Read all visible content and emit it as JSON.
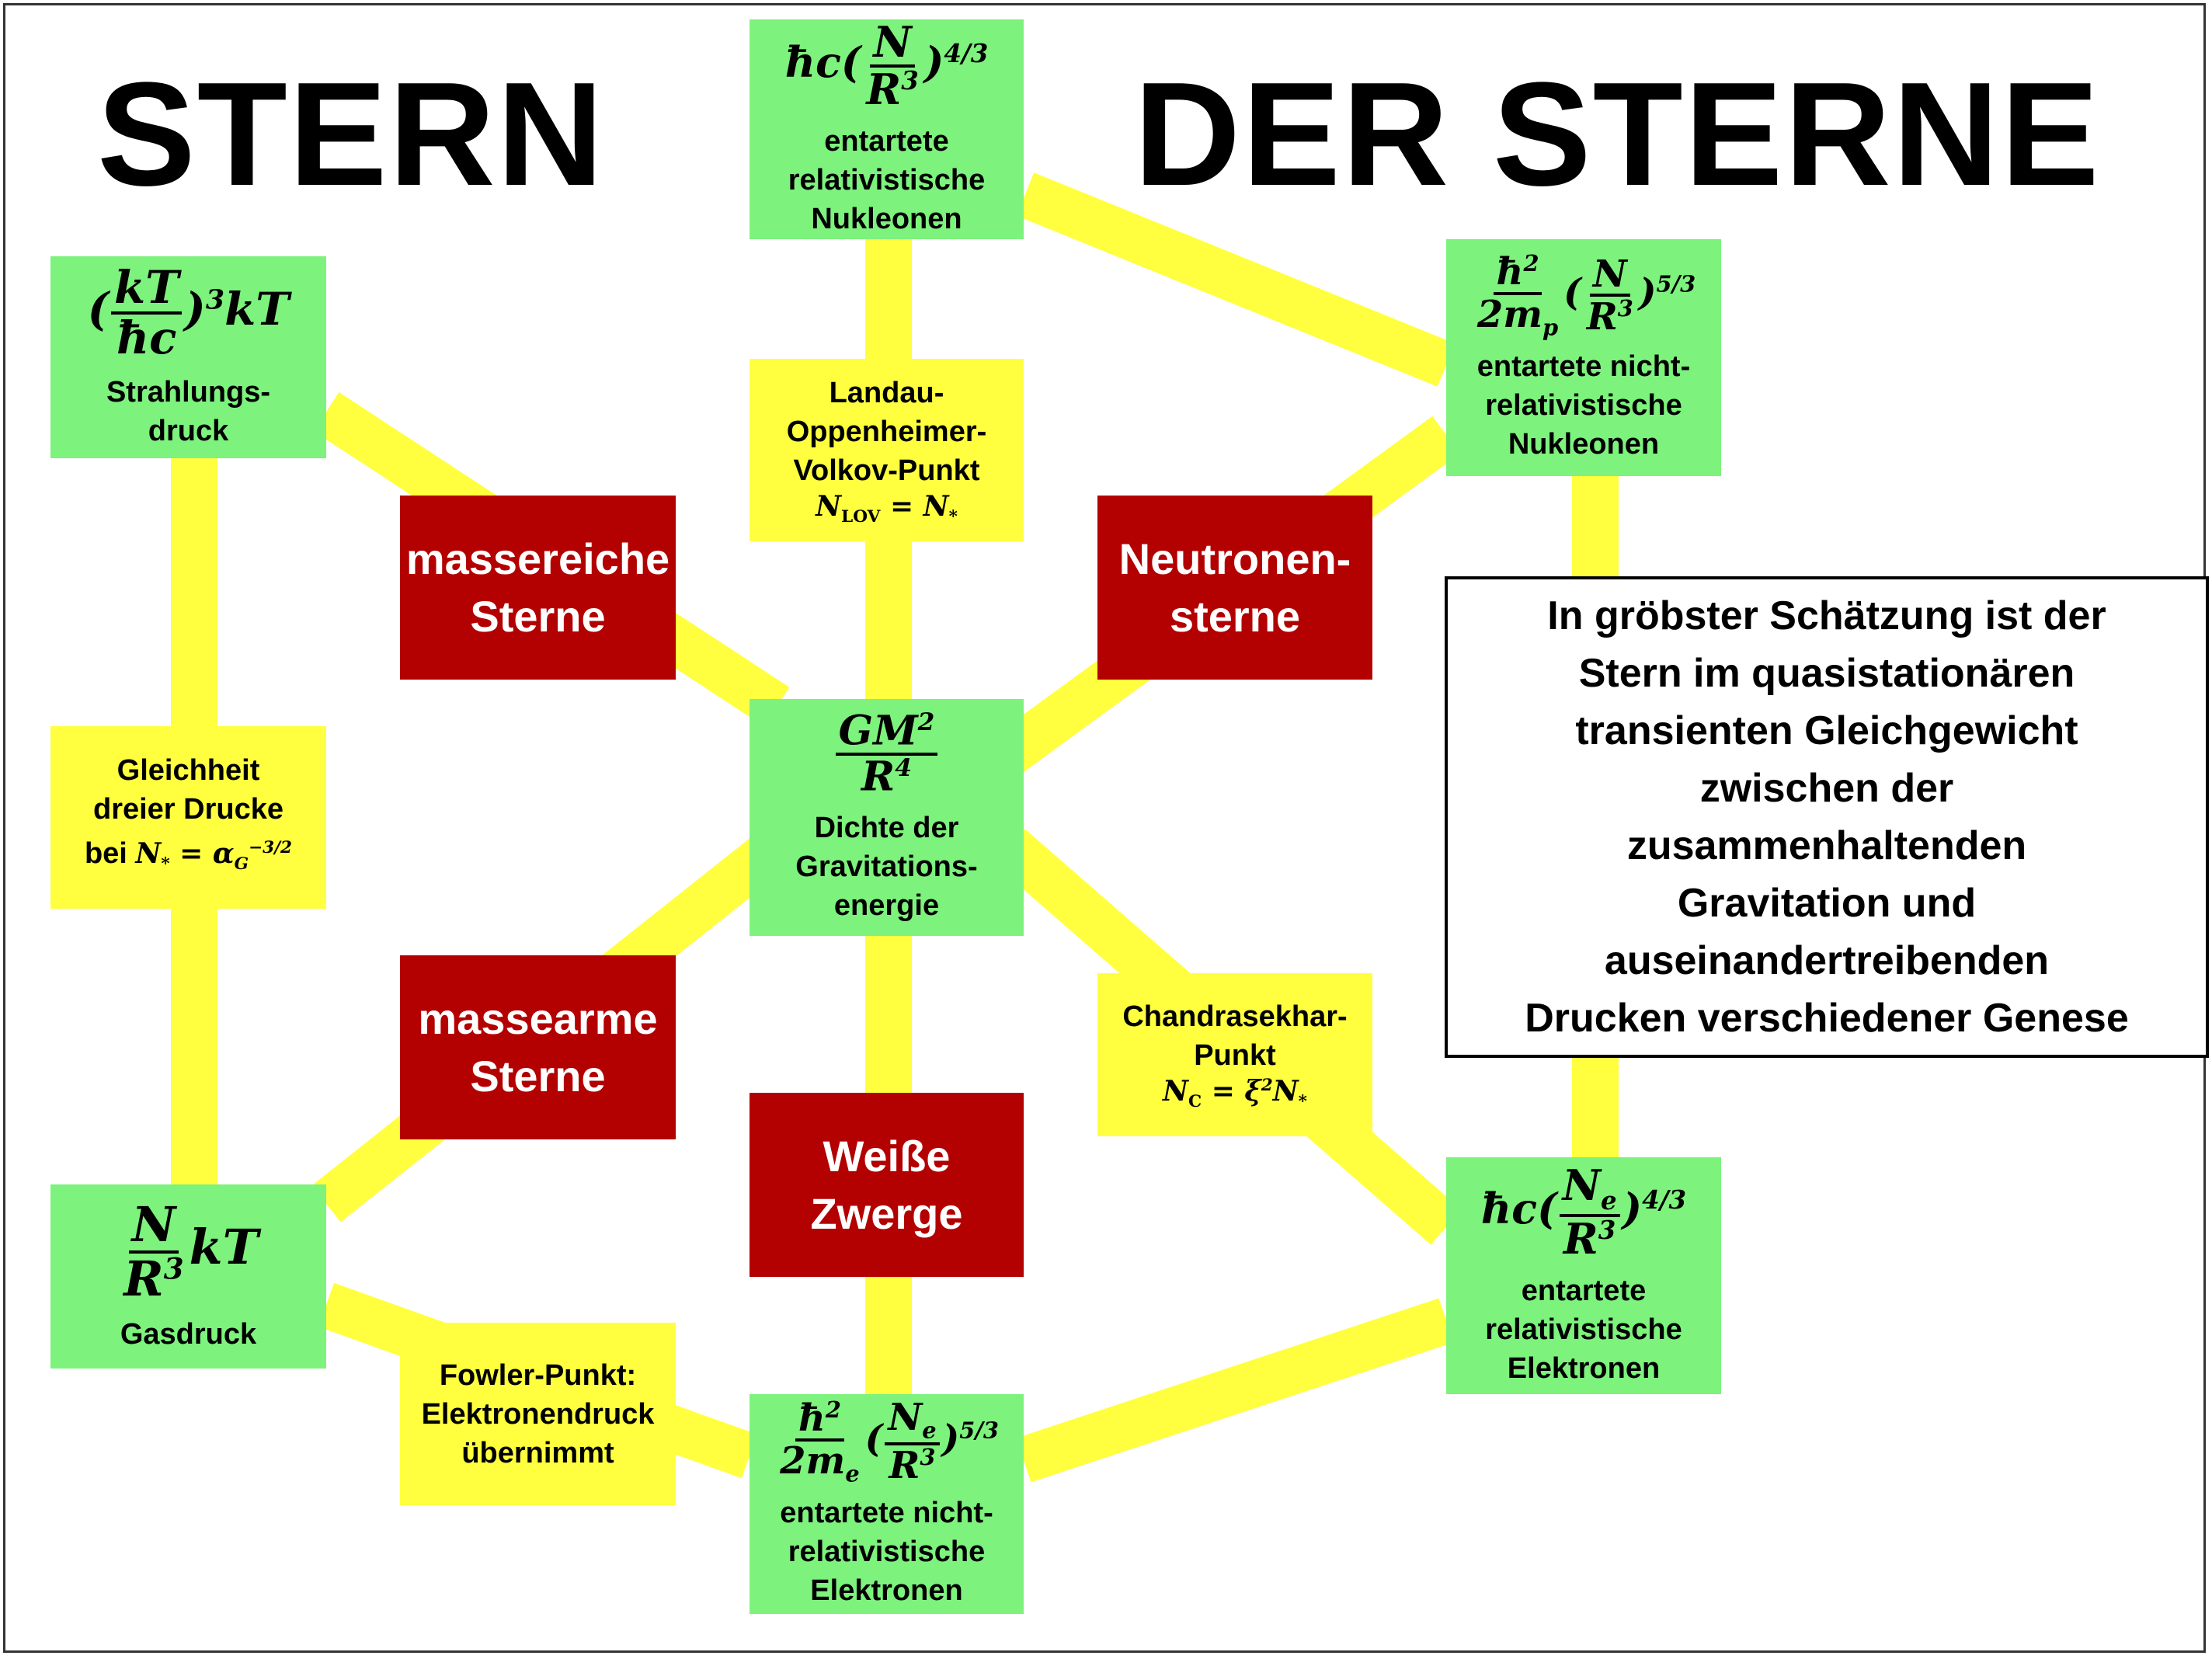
{
  "title_left": "STERN",
  "title_right": "DER STERNE",
  "colors": {
    "pressure_box": "#7df27d",
    "transition_box": "#ffff40",
    "star_box": "#b30000",
    "connector": "#ffff40"
  },
  "nodes": {
    "rel_nucleons": {
      "label": "entartete\nrelativistische\nNukleonen"
    },
    "nonrel_nucleons": {
      "label": "entartete nicht-\nrelativistische\nNukleonen"
    },
    "radiation": {
      "label": "Strahlungs-\ndruck"
    },
    "gravity": {
      "label": "Dichte der\nGravitations-\nenergie"
    },
    "gas": {
      "label": "Gasdruck"
    },
    "rel_electrons": {
      "label": "entartete\nrelativistische\nElektronen"
    },
    "nonrel_electrons": {
      "label": "entartete nicht-\nrelativistische\nElektronen"
    }
  },
  "transitions": {
    "lov": {
      "label": "Landau-\nOppenheimer-\nVolkov-Punkt"
    },
    "three_pressures": {
      "label_line1": "Gleichheit",
      "label_line2": "dreier Drucke",
      "label_prefix": "bei"
    },
    "chandrasekhar": {
      "label": "Chandrasekhar-\nPunkt"
    },
    "fowler": {
      "label": "Fowler-Punkt:\nElektronendruck\nübernimmt"
    }
  },
  "star_types": {
    "massive": "massereiche\nSterne",
    "neutron": "Neutronen-\nsterne",
    "low_mass": "massearme\nSterne",
    "white_dwarfs": "Weiße\nZwerge"
  },
  "note": "In gröbster Schätzung ist der\nStern im quasistationären\ntransienten Gleichgewicht\nzwischen der\nzusammenhaltenden\nGravitation und\nauseinandertreibenden\nDrucken verschiedener Genese"
}
